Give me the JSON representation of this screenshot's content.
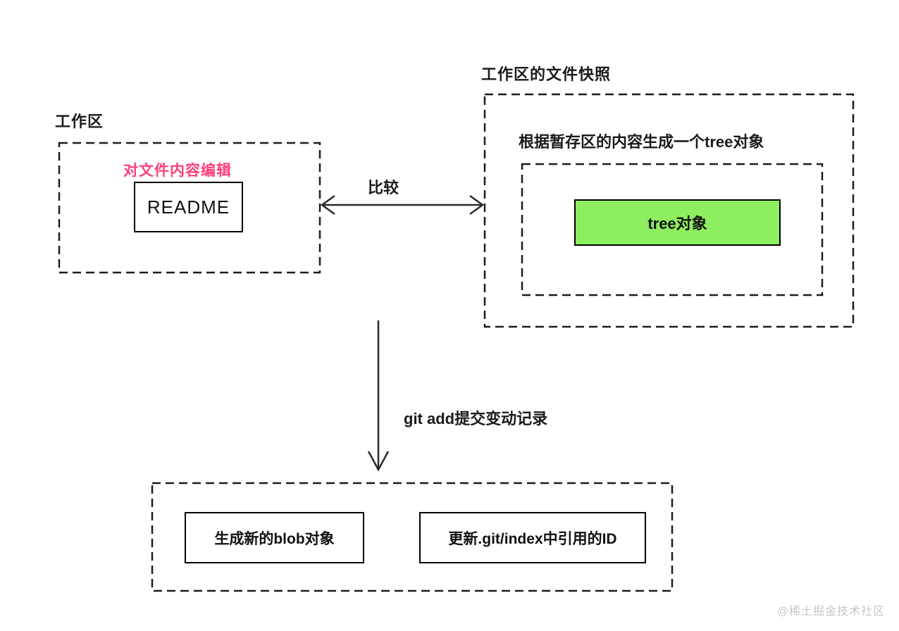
{
  "diagram": {
    "workspace": {
      "title": "工作区",
      "edit_note": "对文件内容编辑",
      "file_label": "README"
    },
    "snapshot": {
      "title": "工作区的文件快照",
      "description": "根据暂存区的内容生成一个tree对象",
      "tree_label": "tree对象"
    },
    "arrows": {
      "compare_label": "比较",
      "git_add_label": "git add提交变动记录"
    },
    "staging_result": {
      "blob_label": "生成新的blob对象",
      "index_label": "更新.git/index中引用的ID"
    },
    "watermark": "@稀土掘金技术社区",
    "colors": {
      "tree_box_fill": "#8dee5f",
      "edit_note_color": "#ff3e78",
      "watermark_color": "#c6c6c6",
      "stroke_color": "#1c1c1c"
    }
  }
}
